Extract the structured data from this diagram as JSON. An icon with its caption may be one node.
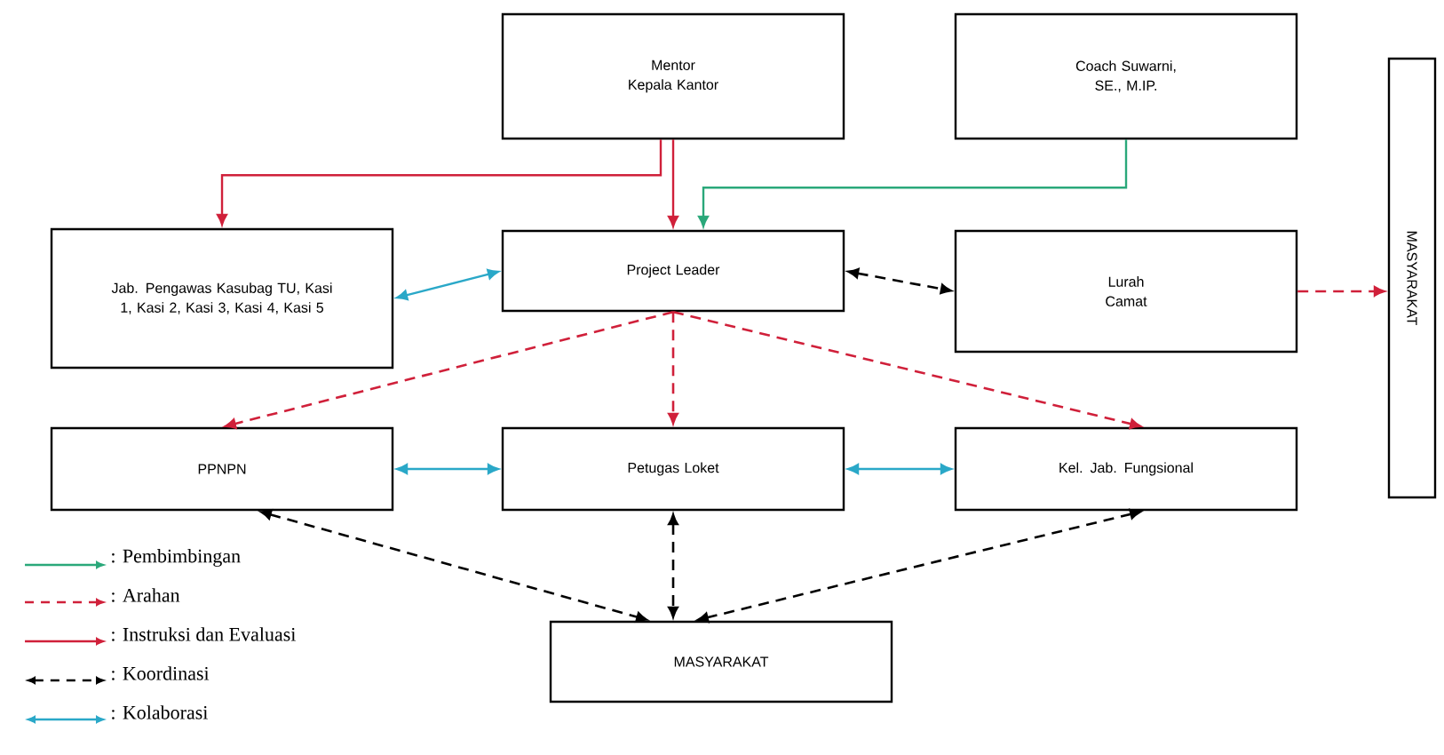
{
  "diagram": {
    "nodes": [
      {
        "text": [
          "Mentor Kepala Kantor"
        ]
      },
      {
        "text": [
          "Coach Suwarni, SE., M.IP."
        ]
      },
      {
        "text": [
          "Jab. Pengawas Kasubag TU, Kasi 1, Kasi 2, Kasi 3, Kasi 4, Kasi 5"
        ]
      },
      {
        "text": [
          "Project Leader"
        ]
      },
      {
        "text": [
          "Lurah Camat"
        ]
      },
      {
        "text": [
          "MASYARAKAT"
        ]
      },
      {
        "text": [
          "PPNPN"
        ]
      },
      {
        "text": [
          "Petugas Loket"
        ]
      },
      {
        "text": [
          "Kel. Jab. Fungsional"
        ]
      },
      {
        "text": [
          "MASYARAKAT"
        ]
      }
    ],
    "edges": [
      {
        "from": 0,
        "to": 3,
        "arrow": "to",
        "color": "#d0203a"
      },
      {
        "from": 0,
        "to": 2,
        "arrow": "to",
        "color": "#d0203a"
      },
      {
        "from": 1,
        "to": 3,
        "arrow": "to",
        "color": "#2aa87a"
      },
      {
        "from": 2,
        "to": 3,
        "arrow": "both",
        "color": "#2aa8c8"
      },
      {
        "from": 3,
        "to": 4,
        "arrow": "both",
        "style": "dashed",
        "color": "#000000"
      },
      {
        "from": 4,
        "to": 5,
        "arrow": "to",
        "style": "dashed",
        "color": "#d0203a"
      },
      {
        "from": 3,
        "to": 6,
        "arrow": "to",
        "style": "dashed",
        "color": "#d0203a"
      },
      {
        "from": 3,
        "to": 7,
        "arrow": "to",
        "style": "dashed",
        "color": "#d0203a"
      },
      {
        "from": 3,
        "to": 8,
        "arrow": "to",
        "style": "dashed",
        "color": "#d0203a"
      },
      {
        "from": 6,
        "to": 7,
        "arrow": "both",
        "color": "#2aa8c8"
      },
      {
        "from": 7,
        "to": 8,
        "arrow": "both",
        "color": "#2aa8c8"
      },
      {
        "from": 6,
        "to": 9,
        "arrow": "both",
        "style": "dashed",
        "color": "#000000"
      },
      {
        "from": 7,
        "to": 9,
        "arrow": "both",
        "style": "dashed",
        "color": "#000000"
      },
      {
        "from": 8,
        "to": 9,
        "arrow": "both",
        "style": "dashed",
        "color": "#000000"
      }
    ],
    "legend": [
      {
        "text": ": Pembimbingan"
      },
      {
        "text": ": Arahan"
      },
      {
        "text": ": Instruksi dan Evaluasi"
      },
      {
        "text": ": Koordinasi"
      },
      {
        "text": ": Kolaborasi"
      }
    ]
  }
}
